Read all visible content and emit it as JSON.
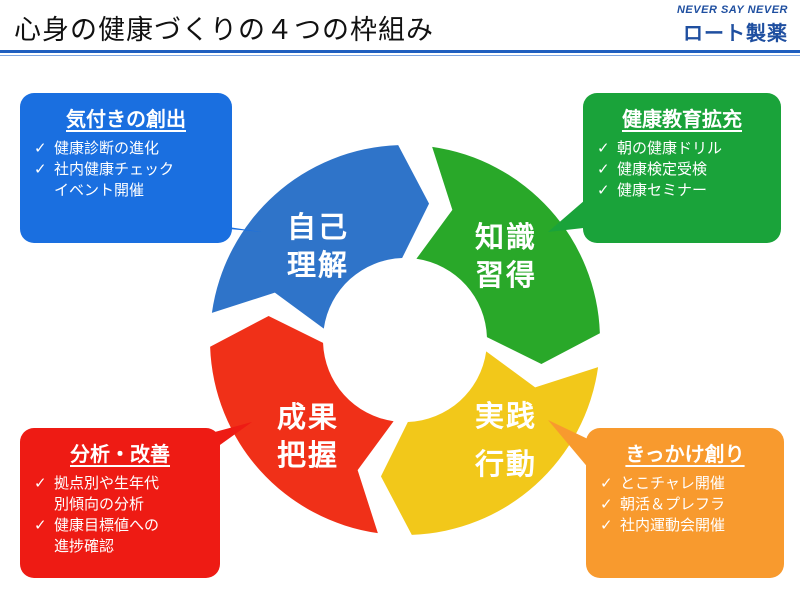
{
  "header": {
    "title": "心身の健康づくりの４つの枠組み",
    "logo_tagline": "NEVER SAY NEVER",
    "logo_brand": "ロート製薬"
  },
  "colors": {
    "blue": "#2f74c9",
    "green": "#29a829",
    "yellow": "#f2c81a",
    "red": "#f03018",
    "card_blue": "#1a6fe0",
    "card_green": "#1aa33a",
    "card_red": "#ee1b14",
    "card_orange": "#f89a2e"
  },
  "cycle": {
    "segments": [
      {
        "name": "self-understanding",
        "label_line1": "自己",
        "label_line2": "理解"
      },
      {
        "name": "knowledge",
        "label_line1": "知識",
        "label_line2": "習得"
      },
      {
        "name": "action",
        "label_line1": "実践",
        "label_line2": "行動"
      },
      {
        "name": "grasp",
        "label_line1": "成果",
        "label_line2": "把握"
      }
    ]
  },
  "cards": {
    "awareness": {
      "title": "気付きの創出",
      "items": [
        "健康診断の進化",
        "社内健康チェック\nイベント開催"
      ]
    },
    "education": {
      "title": "健康教育拡充",
      "items": [
        "朝の健康ドリル",
        "健康検定受検",
        "健康セミナー"
      ]
    },
    "analysis": {
      "title": "分析・改善",
      "items": [
        "拠点別や生年代\n別傾向の分析",
        "健康目標値への\n進捗確認"
      ]
    },
    "opportunity": {
      "title": "きっかけ創り",
      "items": [
        "とこチャレ開催",
        "朝活＆プレフラ",
        "社内運動会開催"
      ]
    }
  }
}
